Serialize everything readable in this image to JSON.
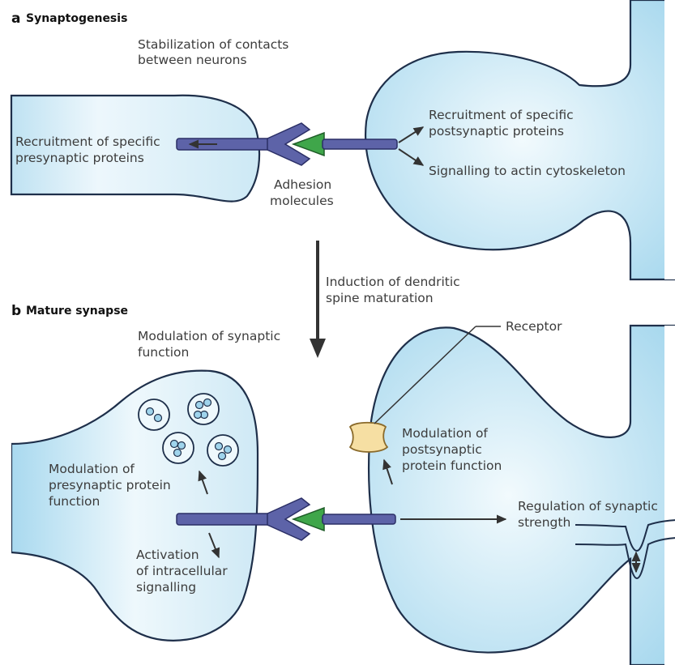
{
  "panel_a": {
    "letter": "a",
    "title": "Synaptogenesis",
    "top_label": [
      "Stabilization of contacts",
      "between neurons"
    ],
    "presynaptic_label": [
      "Recruitment of specific",
      "presynaptic proteins"
    ],
    "adhesion_label": [
      "Adhesion",
      "molecules"
    ],
    "postsynaptic_label": [
      "Recruitment of specific",
      "postsynaptic proteins"
    ],
    "actin_label": [
      "Signalling to actin cytoskeleton"
    ]
  },
  "transition_label": [
    "Induction of dendritic",
    "spine maturation"
  ],
  "panel_b": {
    "letter": "b",
    "title": "Mature synapse",
    "top_label": [
      "Modulation of synaptic",
      "function"
    ],
    "receptor_label": [
      "Receptor"
    ],
    "post_modulation_label": [
      "Modulation of",
      "postsynaptic",
      "protein function"
    ],
    "pre_modulation_label": [
      "Modulation of",
      "presynaptic protein",
      "function"
    ],
    "activation_label": [
      "Activation",
      "of intracellular",
      "signalling"
    ],
    "regulation_label": [
      "Regulation of synaptic",
      "strength"
    ]
  },
  "colors": {
    "cell_fill_light": "#e6f4fb",
    "cell_fill_dark": "#9fd4ec",
    "cell_outline": "#1e2f4a",
    "adhesion_blue": "#5d63a8",
    "adhesion_green": "#3fa64a",
    "receptor_yellow": "#f6dfa3",
    "arrow": "#333333"
  }
}
